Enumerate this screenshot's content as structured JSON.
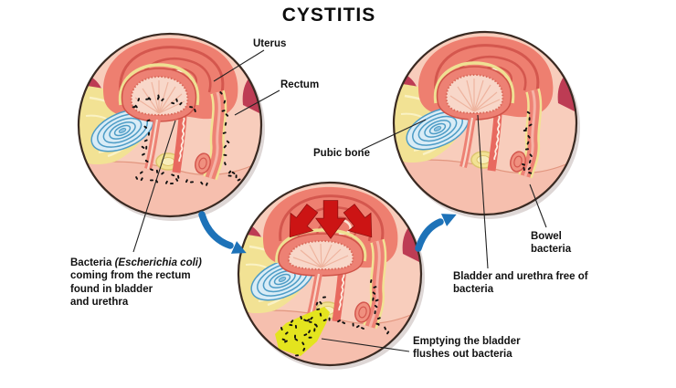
{
  "title": "CYSTITIS",
  "palette": {
    "flow_arrow_blue": "#1d72b8",
    "pressure_arrow_red": "#cc1414",
    "urine_yellow": "#e4e41e",
    "label_text": "#111111",
    "flesh_salmon": "#ee7f70",
    "fat_yellow": "#f2e294",
    "pubic_bone_blue": "#d9ecf6",
    "bacteria_black": "#111111"
  },
  "stage_left": {
    "labels": {
      "uterus": "Uterus",
      "rectum": "Rectum"
    },
    "bacteria_note": {
      "prefix": "Bacteria ",
      "species": "(Escherichia coli)",
      "line2": "coming from the rectum",
      "line3": "found in bladder",
      "line4": "and urethra"
    }
  },
  "stage_middle": {
    "note": "Emptying the bladder flushes out bacteria"
  },
  "stage_right": {
    "labels": {
      "pubic_bone": "Pubic bone",
      "bowel_bacteria": "Bowel bacteria",
      "bladder_free": "Bladder and urethra free of bacteria"
    }
  }
}
